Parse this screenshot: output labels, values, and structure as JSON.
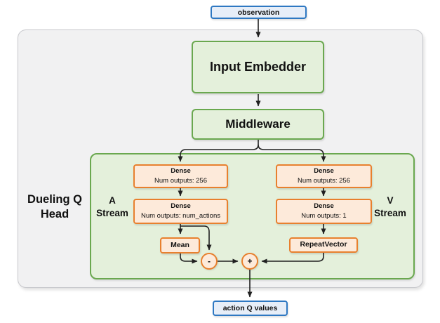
{
  "colors": {
    "blue_border": "#2e78c2",
    "blue_fill": "#e7eef8",
    "green_border": "#6aa84f",
    "green_fill": "#e4f0db",
    "orange_border": "#e8802e",
    "orange_fill": "#fdeada",
    "outer_container_fill": "#f1f1f2",
    "outer_container_border": "#c7c8cc",
    "connector_line": "#202020"
  },
  "nodes": {
    "observation": {
      "label": "observation"
    },
    "input_embedder": {
      "label": "Input Embedder"
    },
    "middleware": {
      "label": "Middleware"
    },
    "dueling_q_head": {
      "label": "Dueling Q Head"
    },
    "a_stream": {
      "label": "A Stream"
    },
    "v_stream": {
      "label": "V Stream"
    },
    "a_dense_1": {
      "title": "Dense",
      "subtitle": "Num outputs: 256"
    },
    "a_dense_2": {
      "title": "Dense",
      "subtitle": "Num outputs: num_actions"
    },
    "mean": {
      "label": "Mean"
    },
    "v_dense_1": {
      "title": "Dense",
      "subtitle": "Num outputs: 256"
    },
    "v_dense_2": {
      "title": "Dense",
      "subtitle": "Num outputs: 1"
    },
    "repeat_vector": {
      "label": "RepeatVector"
    },
    "minus_op": {
      "label": "-"
    },
    "plus_op": {
      "label": "+"
    },
    "action_q_values": {
      "label": "action Q values"
    }
  }
}
